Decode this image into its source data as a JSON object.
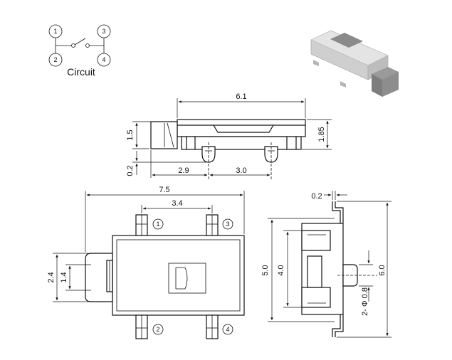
{
  "circuit": {
    "label": "Circuit",
    "pins": [
      "1",
      "2",
      "3",
      "4"
    ]
  },
  "side_view": {
    "width": "6.1",
    "height": "1.5",
    "total_height": "1.85",
    "standoff": "0.2",
    "pitch_left": "2.9",
    "pitch_right": "3.0"
  },
  "top_view": {
    "overall_width": "7.5",
    "pin_pitch": "3.4",
    "actuator_height": "2.4",
    "actuator_inner": "1.4",
    "pins": [
      "1",
      "2",
      "3",
      "4"
    ]
  },
  "end_view": {
    "thickness": "0.2",
    "body_height": "5.0",
    "inner_height": "4.0",
    "total_height": "6.0",
    "post_diameter": "2- Φ 0.8"
  },
  "colors": {
    "line": "#111111",
    "photo_light": "#e2e2e2",
    "photo_dark": "#8a8a8a"
  }
}
